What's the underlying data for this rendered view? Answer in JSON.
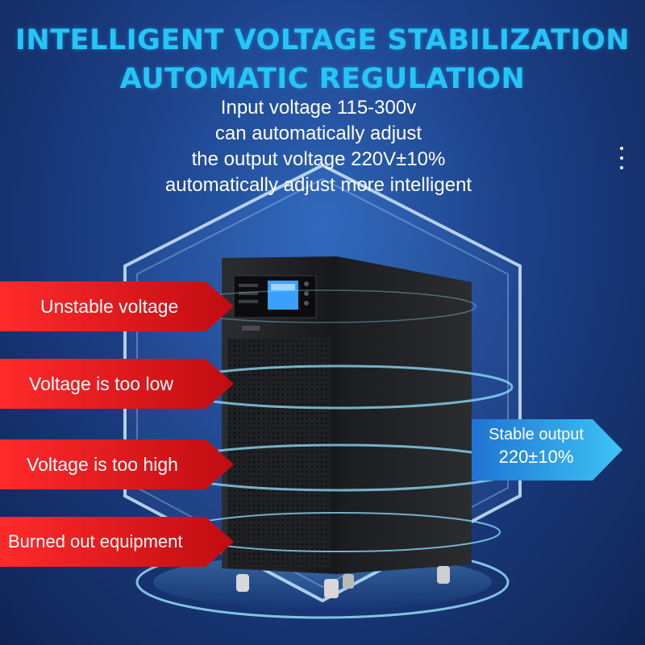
{
  "headline": {
    "line1": "INTELLIGENT VOLTAGE STABILIZATION",
    "line2": "AUTOMATIC REGULATION"
  },
  "description": [
    "Input voltage 115-300v",
    "can automatically adjust",
    "the output voltage 220V±10%",
    "automatically adjust more intelligent"
  ],
  "input_problems": [
    "Unstable voltage",
    "Voltage is too low",
    "Voltage is too high",
    "Burned out equipment"
  ],
  "output": {
    "line1": "Stable output",
    "line2": "220±10%"
  },
  "menu_icon": "more-vertical-icon",
  "colors": {
    "headline": "#25c6f6",
    "background": "#1c3f86",
    "problem_arrow": "#e0141c",
    "output_arrow": "#2aa6e8"
  }
}
